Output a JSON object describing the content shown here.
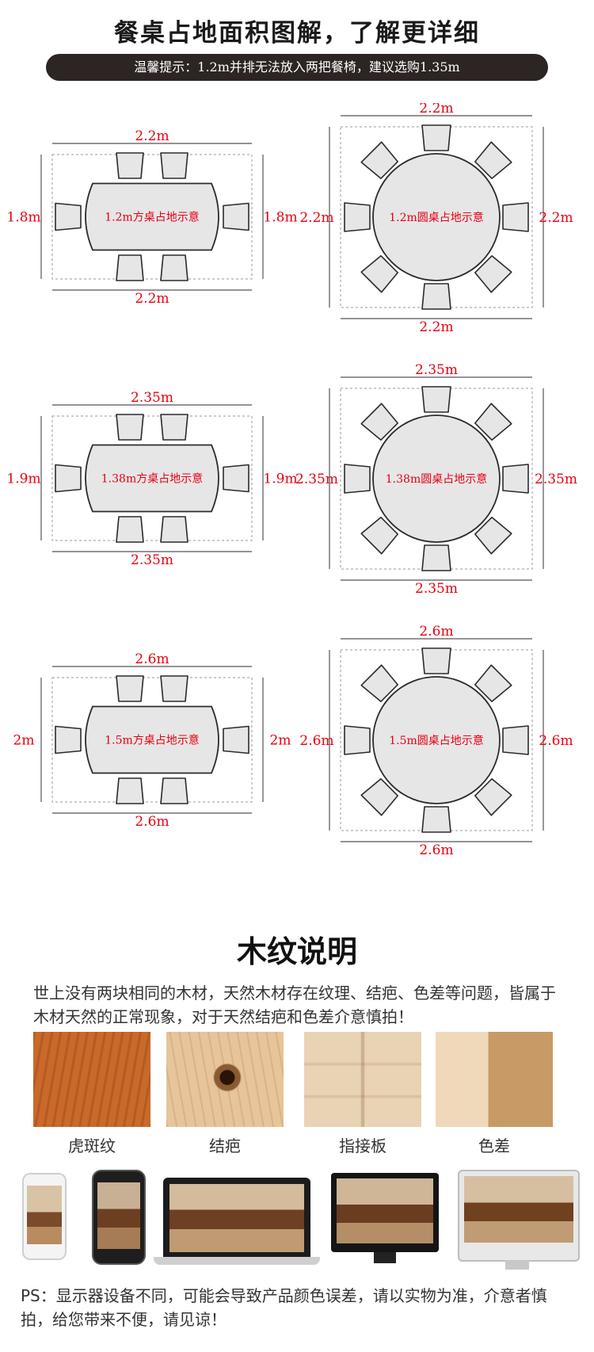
{
  "header": {
    "title": "餐桌占地面积图解，了解更详细",
    "tip": "温馨提示：1.2m并排无法放入两把餐椅，建议选购1.35m"
  },
  "diagrams": [
    {
      "kind": "rect",
      "top_dim": "2.2m",
      "bottom_dim": "2.2m",
      "left_dim": "1.8m",
      "right_dim": "1.8m",
      "label": "1.2m方桌占地示意"
    },
    {
      "kind": "round",
      "top_dim": "2.2m",
      "bottom_dim": "2.2m",
      "left_dim": "2.2m",
      "right_dim": "2.2m",
      "label": "1.2m圆桌占地示意"
    },
    {
      "kind": "rect",
      "top_dim": "2.35m",
      "bottom_dim": "2.35m",
      "left_dim": "1.9m",
      "right_dim": "1.9m",
      "label": "1.38m方桌占地示意"
    },
    {
      "kind": "round",
      "top_dim": "2.35m",
      "bottom_dim": "2.35m",
      "left_dim": "2.35m",
      "right_dim": "2.35m",
      "label": "1.38m圆桌占地示意"
    },
    {
      "kind": "rect",
      "top_dim": "2.6m",
      "bottom_dim": "2.6m",
      "left_dim": "2m",
      "right_dim": "2m",
      "label": "1.5m方桌占地示意"
    },
    {
      "kind": "round",
      "top_dim": "2.6m",
      "bottom_dim": "2.6m",
      "left_dim": "2.6m",
      "right_dim": "2.6m",
      "label": "1.5m圆桌占地示意"
    }
  ],
  "wood": {
    "title": "木纹说明",
    "description": "世上没有两块相同的木材，天然木材存在纹理、结疤、色差等问题，皆属于木材天然的正常现象，对于天然结疤和色差介意慎拍！",
    "samples": [
      {
        "caption": "虎斑纹",
        "color": "#c9692a"
      },
      {
        "caption": "结疤",
        "color": "#e7c49a"
      },
      {
        "caption": "指接板",
        "color": "#e9d3b5"
      },
      {
        "caption": "色差",
        "color": "#d9b890"
      }
    ]
  },
  "devices": [
    "phone-white",
    "phone-black",
    "laptop",
    "monitor",
    "imac"
  ],
  "notice": "PS：显示器设备不同，可能会导致产品颜色误差，请以实物为准，介意者慎拍，给您带来不便，请见谅！"
}
